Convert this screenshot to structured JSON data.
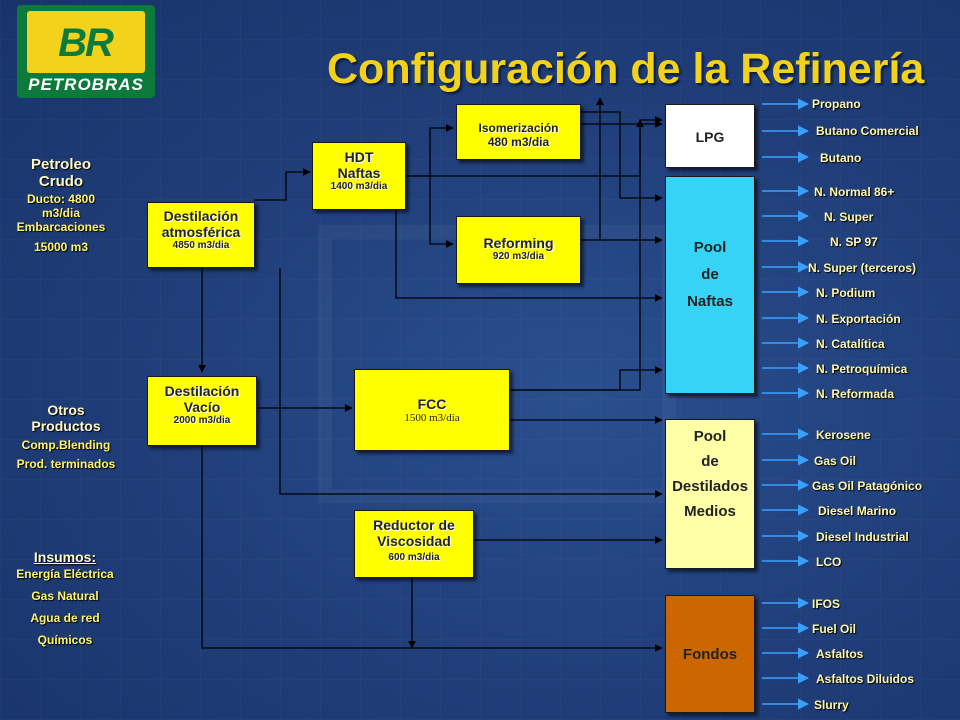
{
  "title": "Configuración de la Refinería",
  "logo": {
    "text": "PETROBRAS",
    "mark": "BR"
  },
  "inputs": {
    "crude": {
      "title_1": "Petroleo",
      "title_2": "Crudo",
      "line1": "Ducto: 4800",
      "line2": "m3/dia",
      "line3": "Embarcaciones",
      "line4": "15000 m3"
    },
    "otros": {
      "title_1": "Otros",
      "title_2": "Productos",
      "line1": "Comp.Blending",
      "line2": "Prod. terminados"
    },
    "insumos": {
      "title": "Insumos:",
      "line1": "Energía Eléctrica",
      "line2": "Gas Natural",
      "line3": "Agua de red",
      "line4": "Químicos"
    }
  },
  "units": {
    "atm": {
      "name_1": "Destilación",
      "name_2": "atmosférica",
      "capacity": "4850 m3/dia"
    },
    "vac": {
      "name_1": "Destilación",
      "name_2": "Vacío",
      "capacity": "2000 m3/dia"
    },
    "hdt": {
      "name_1": "HDT",
      "name_2": "Naftas",
      "capacity": "1400 m3/dia"
    },
    "iso": {
      "name": "Isomerización",
      "capacity": "480 m3/dia"
    },
    "ref": {
      "name": "Reforming",
      "capacity": "920 m3/dia"
    },
    "fcc": {
      "name": "FCC",
      "capacity": "1500 m3/dia"
    },
    "visb": {
      "name_1": "Reductor de",
      "name_2": "Viscosidad",
      "capacity": "600 m3/dia"
    }
  },
  "pools": {
    "lpg": "LPG",
    "naftas": {
      "l1": "Pool",
      "l2": "de",
      "l3": "Naftas"
    },
    "destilados": {
      "l1": "Pool",
      "l2": "de",
      "l3": "Destilados",
      "l4": "Medios"
    },
    "fondos": "Fondos"
  },
  "products": {
    "lpg": [
      "Propano",
      "Butano Comercial",
      "Butano"
    ],
    "naftas": [
      "N. Normal 86+",
      "N. Super",
      "N. SP 97",
      "N. Super (terceros)",
      "N. Podium",
      "N. Exportación",
      "N. Catalítica",
      "N. Petroquímica",
      "N. Reformada"
    ],
    "destilados": [
      "Kerosene",
      "Gas Oil",
      "Gas Oil Patagónico",
      "Diesel Marino",
      "Diesel Industrial",
      "LCO"
    ],
    "fondos": [
      "IFOS",
      "Fuel Oil",
      "Asfaltos",
      "Asfaltos Diluidos",
      "Slurry"
    ]
  },
  "colors": {
    "background": "#1f3d78",
    "title": "#f2d21a",
    "unit_box": "#ffff00",
    "lpg": "#ffffff",
    "naftas": "#35d4f7",
    "destilados": "#ffffa8",
    "fondos": "#cc6600",
    "arrow": "#000000",
    "product_arrow": "#3aa0ff"
  }
}
